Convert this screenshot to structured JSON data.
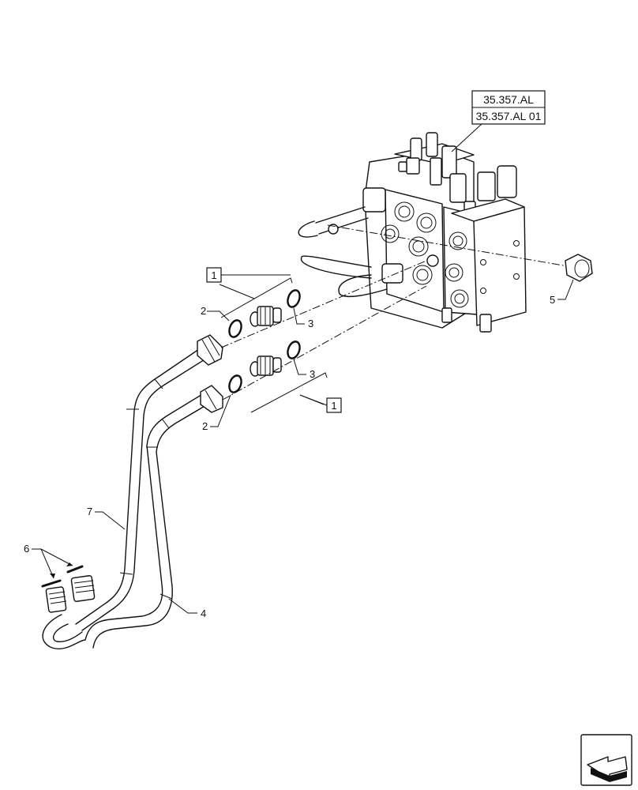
{
  "references": {
    "ref_1": "35.357.AL",
    "ref_2": "35.357.AL 01"
  },
  "callouts": {
    "c1_top": "1",
    "c1_bottom": "1",
    "c2_top": "2",
    "c2_bottom": "2",
    "c3_top": "3",
    "c3_bottom": "3",
    "c4": "4",
    "c5": "5",
    "c6": "6",
    "c7": "7"
  },
  "icons": {
    "nav": "arrow-navigation-icon"
  }
}
